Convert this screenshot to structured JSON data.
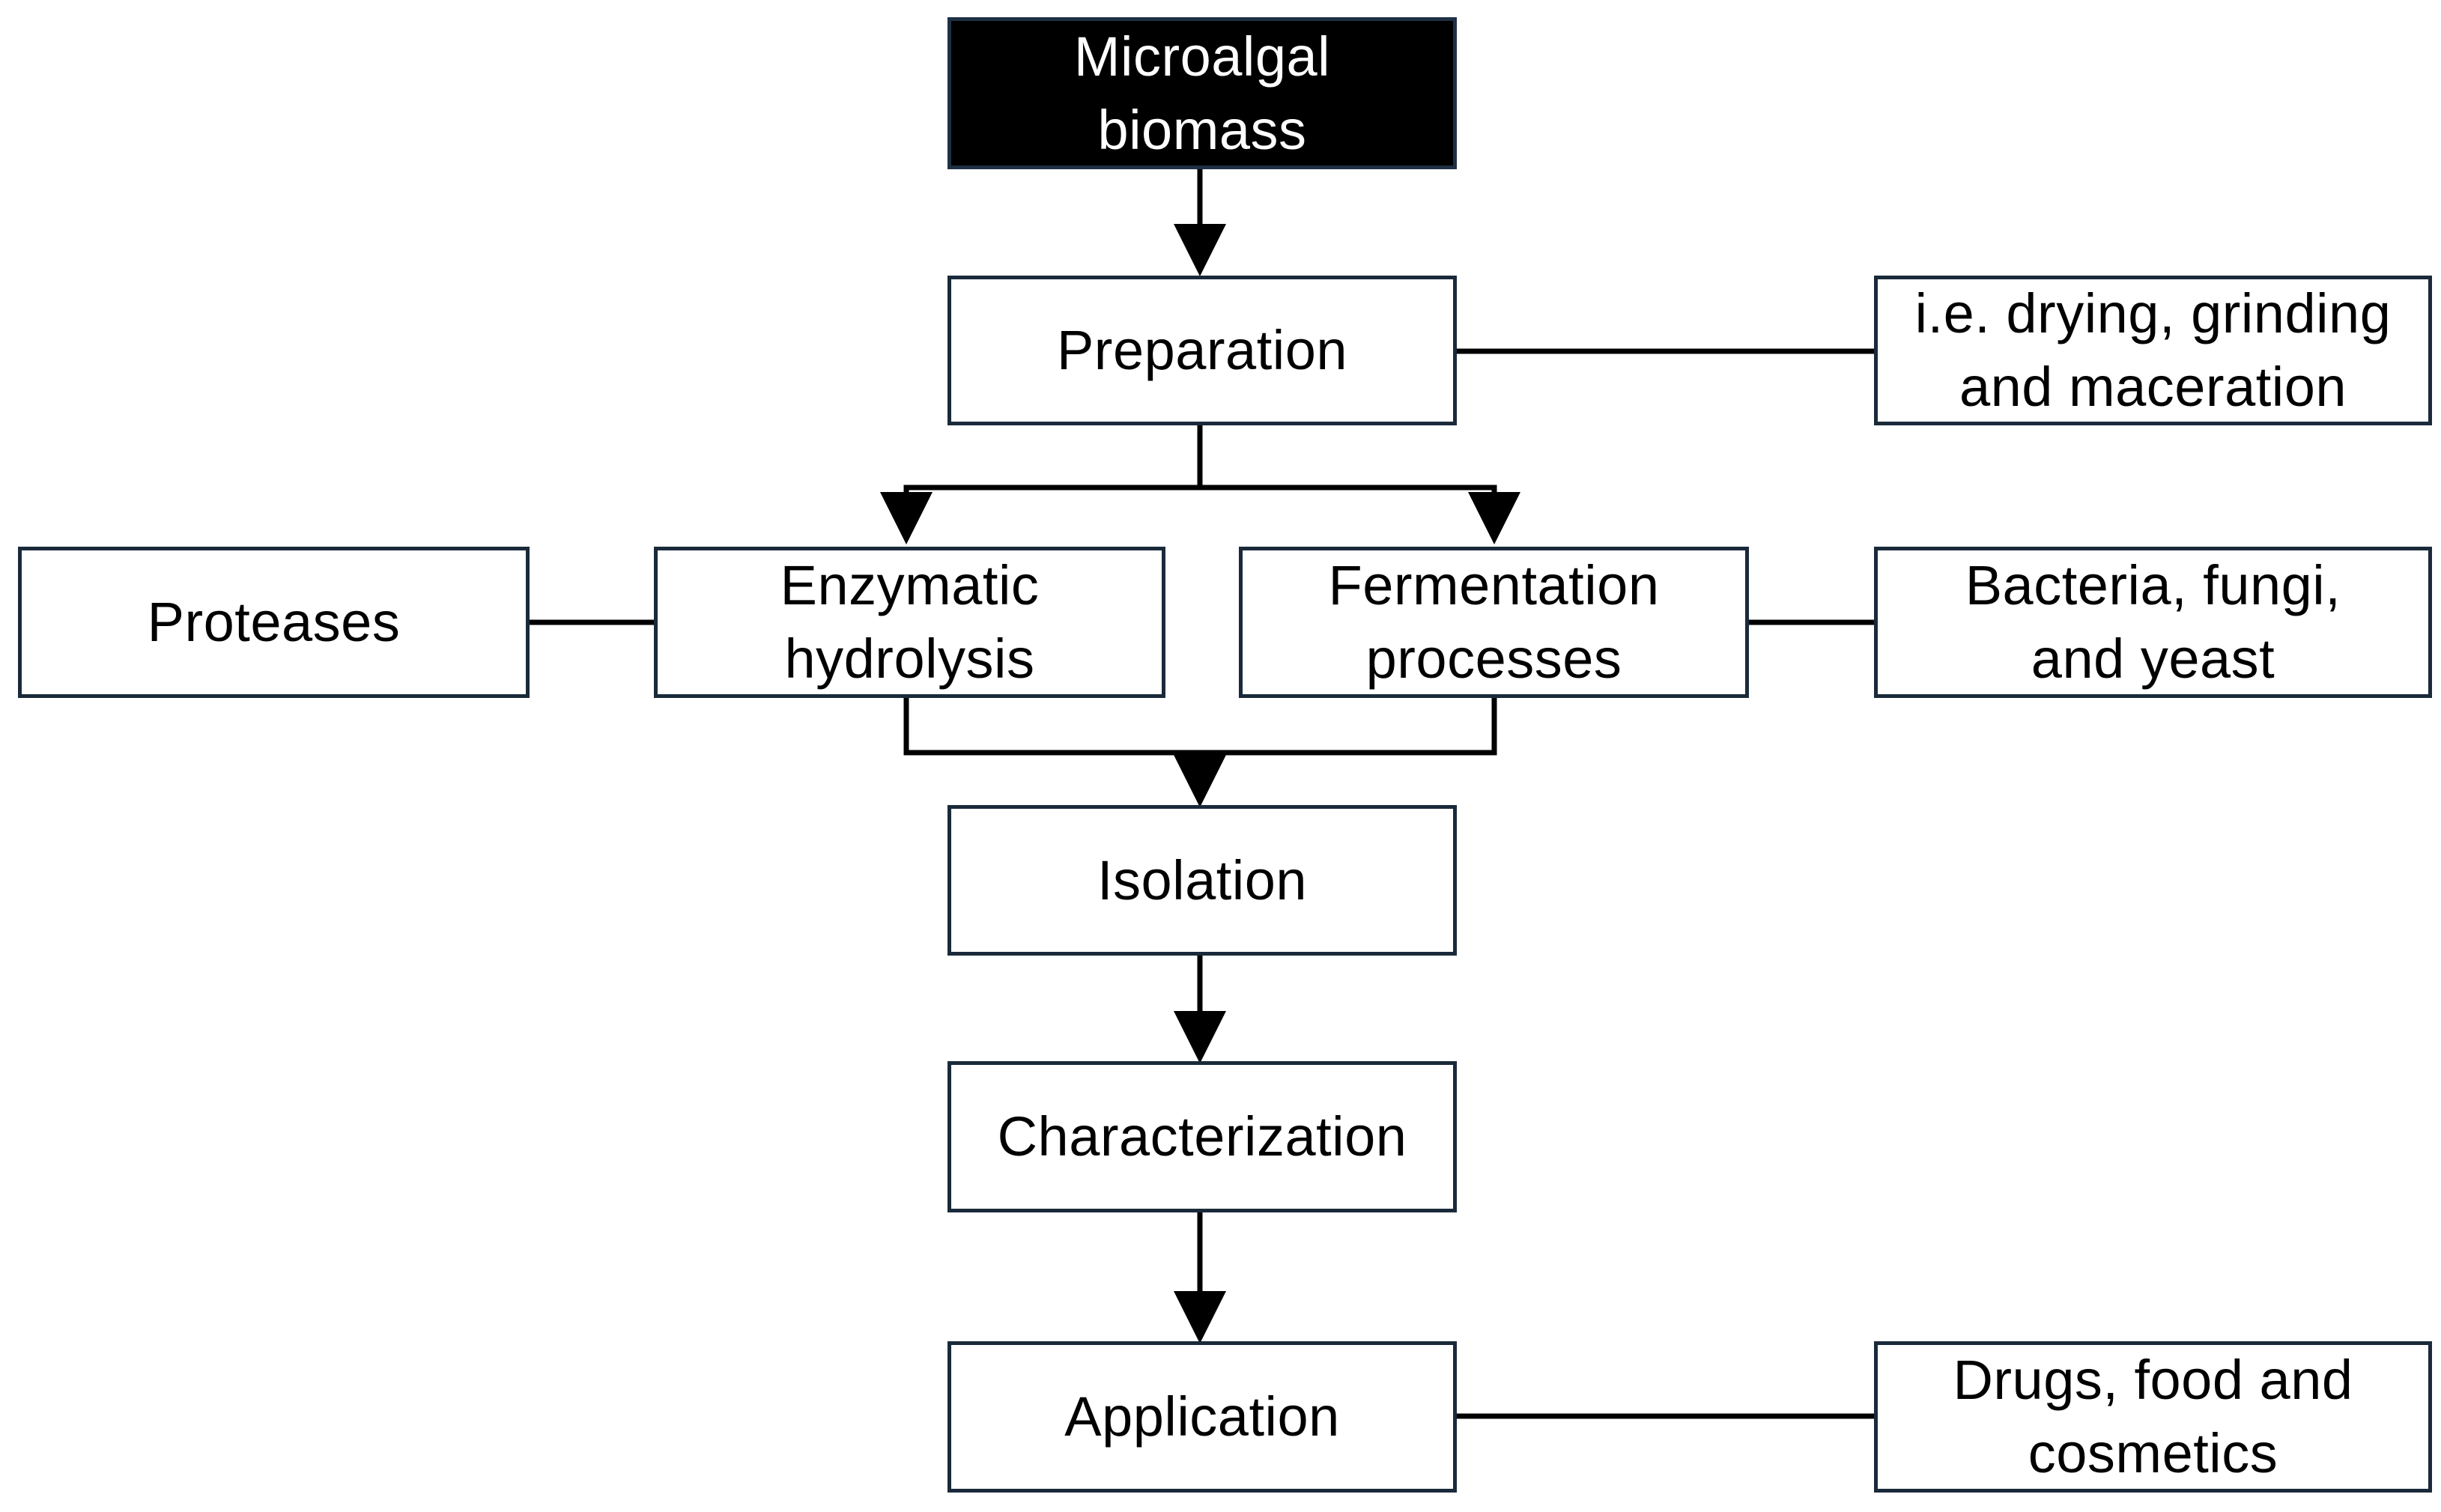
{
  "colors": {
    "line": "#000000",
    "box_border": "#1a2a3a",
    "start_fill": "#000000",
    "start_text": "#ffffff"
  },
  "nodes": {
    "biomass": "Microalgal\nbiomass",
    "preparation": "Preparation",
    "preparation_note": "i.e. drying, grinding\nand maceration",
    "enzymatic": "Enzymatic\nhydrolysis",
    "fermentation": "Fermentation\nprocesses",
    "proteases": "Proteases",
    "microbes": "Bacteria, fungi,\nand yeast",
    "isolation": "Isolation",
    "characterization": "Characterization",
    "application": "Application",
    "application_note": "Drugs, food and\ncosmetics"
  }
}
